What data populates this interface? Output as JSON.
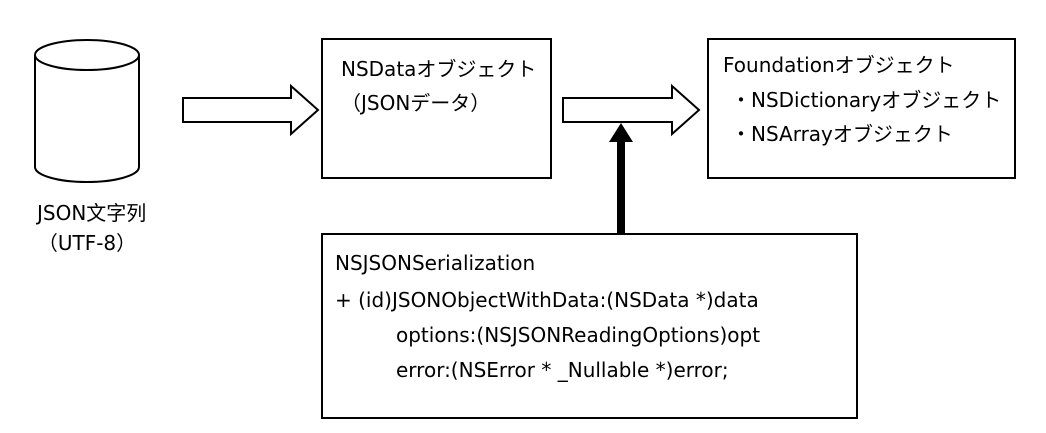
{
  "cylinder": {
    "label_line1": "JSON文字列",
    "label_line2": "（UTF-8）"
  },
  "nsdata_box": {
    "title": "NSDataオブジェクト",
    "subtitle": "（JSONデータ）"
  },
  "foundation_box": {
    "title": "Foundationオブジェクト",
    "items": [
      "・NSDictionaryオブジェクト",
      "・NSArrayオブジェクト"
    ]
  },
  "serialization_box": {
    "title": "NSJSONSerialization",
    "lines": [
      "+ (id)JSONObjectWithData:(NSData *)data",
      "options:(NSJSONReadingOptions)opt",
      "error:(NSError * _Nullable *)error;"
    ]
  }
}
